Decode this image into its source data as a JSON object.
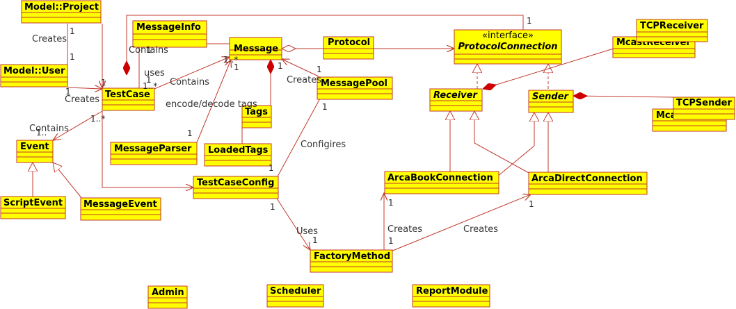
{
  "diagram": {
    "classes": {
      "model_project": "Model::Project",
      "model_user": "Model::User",
      "message_info": "MessageInfo",
      "message": "Message",
      "protocol": "Protocol",
      "interface_stereotype": "«interface»",
      "protocol_connection": "ProtocolConnection",
      "tcp_receiver": "TCPReceiver",
      "mcast_receiver": "McastReceiver",
      "test_case": "TestCase",
      "message_pool": "MessagePool",
      "receiver": "Receiver",
      "sender": "Sender",
      "tcp_sender": "TCPSender",
      "mcast_sender": "Mca",
      "tags": "Tags",
      "event": "Event",
      "message_parser": "MessageParser",
      "loaded_tags": "LoadedTags",
      "arca_book_connection": "ArcaBookConnection",
      "arca_direct_connection": "ArcaDirectConnection",
      "test_case_config": "TestCaseConfig",
      "script_event": "ScriptEvent",
      "message_event": "MessageEvent",
      "factory_method": "FactoryMethod",
      "admin": "Admin",
      "scheduler": "Scheduler",
      "report_module": "ReportModule"
    },
    "labels": {
      "creates_project": "Creates",
      "contains_info": "Contains",
      "uses": "uses",
      "contains_message": "Contains",
      "creates_user": "Creates",
      "encode_decode": "encode/decode tags",
      "creates_pool": "Creates",
      "contains_event": "Contains",
      "configures": "Configires",
      "uses_factory": "Uses",
      "creates_book": "Creates",
      "creates_direct": "Creates"
    },
    "multiplicities": {
      "m_project_a": "1",
      "m_project_b": "1",
      "m_project_tc": "1",
      "m_conn_top": "1",
      "m_info": "1",
      "m_msg_star": "1..*",
      "m_tc_msg_a": "1",
      "m_tc_msg_b": "1..*",
      "m_msg_one": "1",
      "m_user": "1",
      "m_tc_star": "1..*",
      "m_event": "1..",
      "m_pool_a": "1",
      "m_pool_b": "1",
      "m_msg_b": "1",
      "m_parser": "1",
      "m_config_a": "1",
      "m_config_b": "1",
      "m_factory_a": "1",
      "m_factory_b": "1",
      "m_book": "1",
      "m_direct": "1"
    }
  }
}
